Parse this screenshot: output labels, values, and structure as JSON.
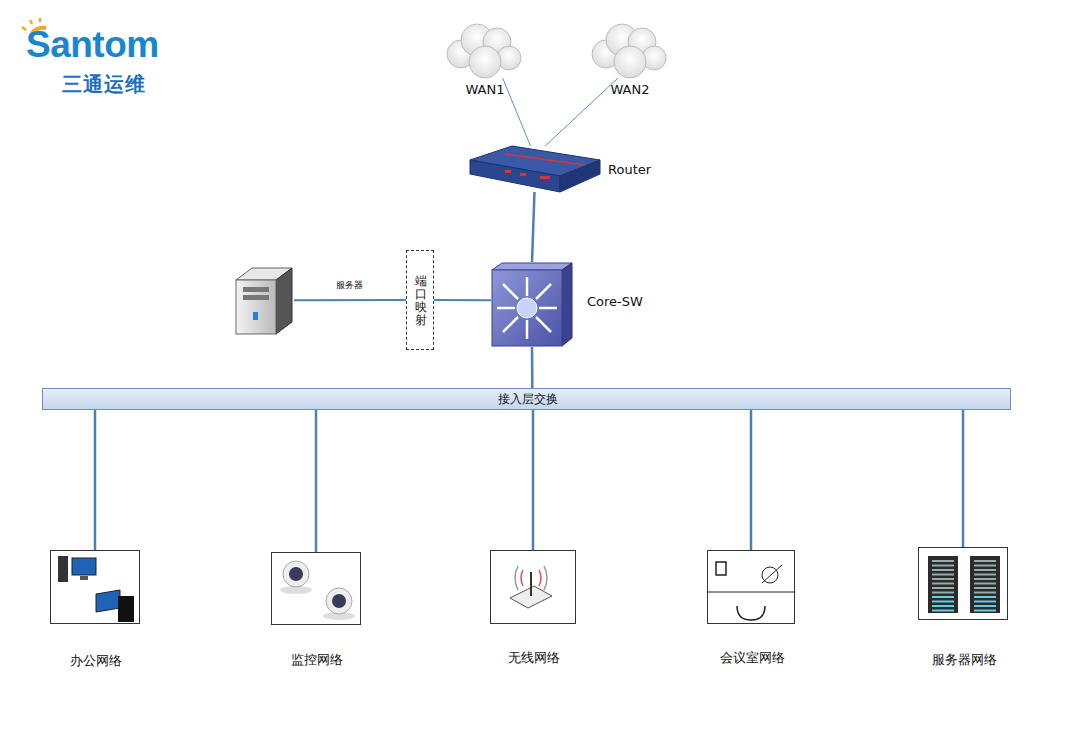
{
  "diagram": {
    "nodes": [
      {
        "text": [
          "WAN1"
        ]
      },
      {
        "text": [
          "WAN2"
        ]
      },
      {
        "text": [
          "Router"
        ]
      },
      {
        "text": [
          "服务器"
        ]
      },
      {
        "text": [
          "端口映射"
        ]
      },
      {
        "text": [
          "Core-SW"
        ]
      },
      {
        "text": [
          "接入层交换"
        ]
      },
      {
        "text": [
          "办公网络"
        ]
      },
      {
        "text": [
          "监控网络"
        ]
      },
      {
        "text": [
          "无线网络"
        ]
      },
      {
        "text": [
          "会议室网络"
        ]
      },
      {
        "text": [
          "服务器网络"
        ]
      }
    ],
    "edges": [
      {
        "from": 0,
        "to": 2,
        "arrow": "none"
      },
      {
        "from": 1,
        "to": 2,
        "arrow": "none"
      },
      {
        "from": 2,
        "to": 5,
        "arrow": "none"
      },
      {
        "from": 3,
        "to": 4,
        "arrow": "none"
      },
      {
        "from": 4,
        "to": 5,
        "arrow": "none"
      },
      {
        "from": 5,
        "to": 6,
        "arrow": "none"
      },
      {
        "from": 6,
        "to": 7,
        "arrow": "none"
      },
      {
        "from": 6,
        "to": 8,
        "arrow": "none"
      },
      {
        "from": 6,
        "to": 9,
        "arrow": "none"
      },
      {
        "from": 6,
        "to": 10,
        "arrow": "none"
      },
      {
        "from": 6,
        "to": 11,
        "arrow": "none"
      }
    ],
    "labels": [
      "Santom",
      "三通运维"
    ]
  }
}
